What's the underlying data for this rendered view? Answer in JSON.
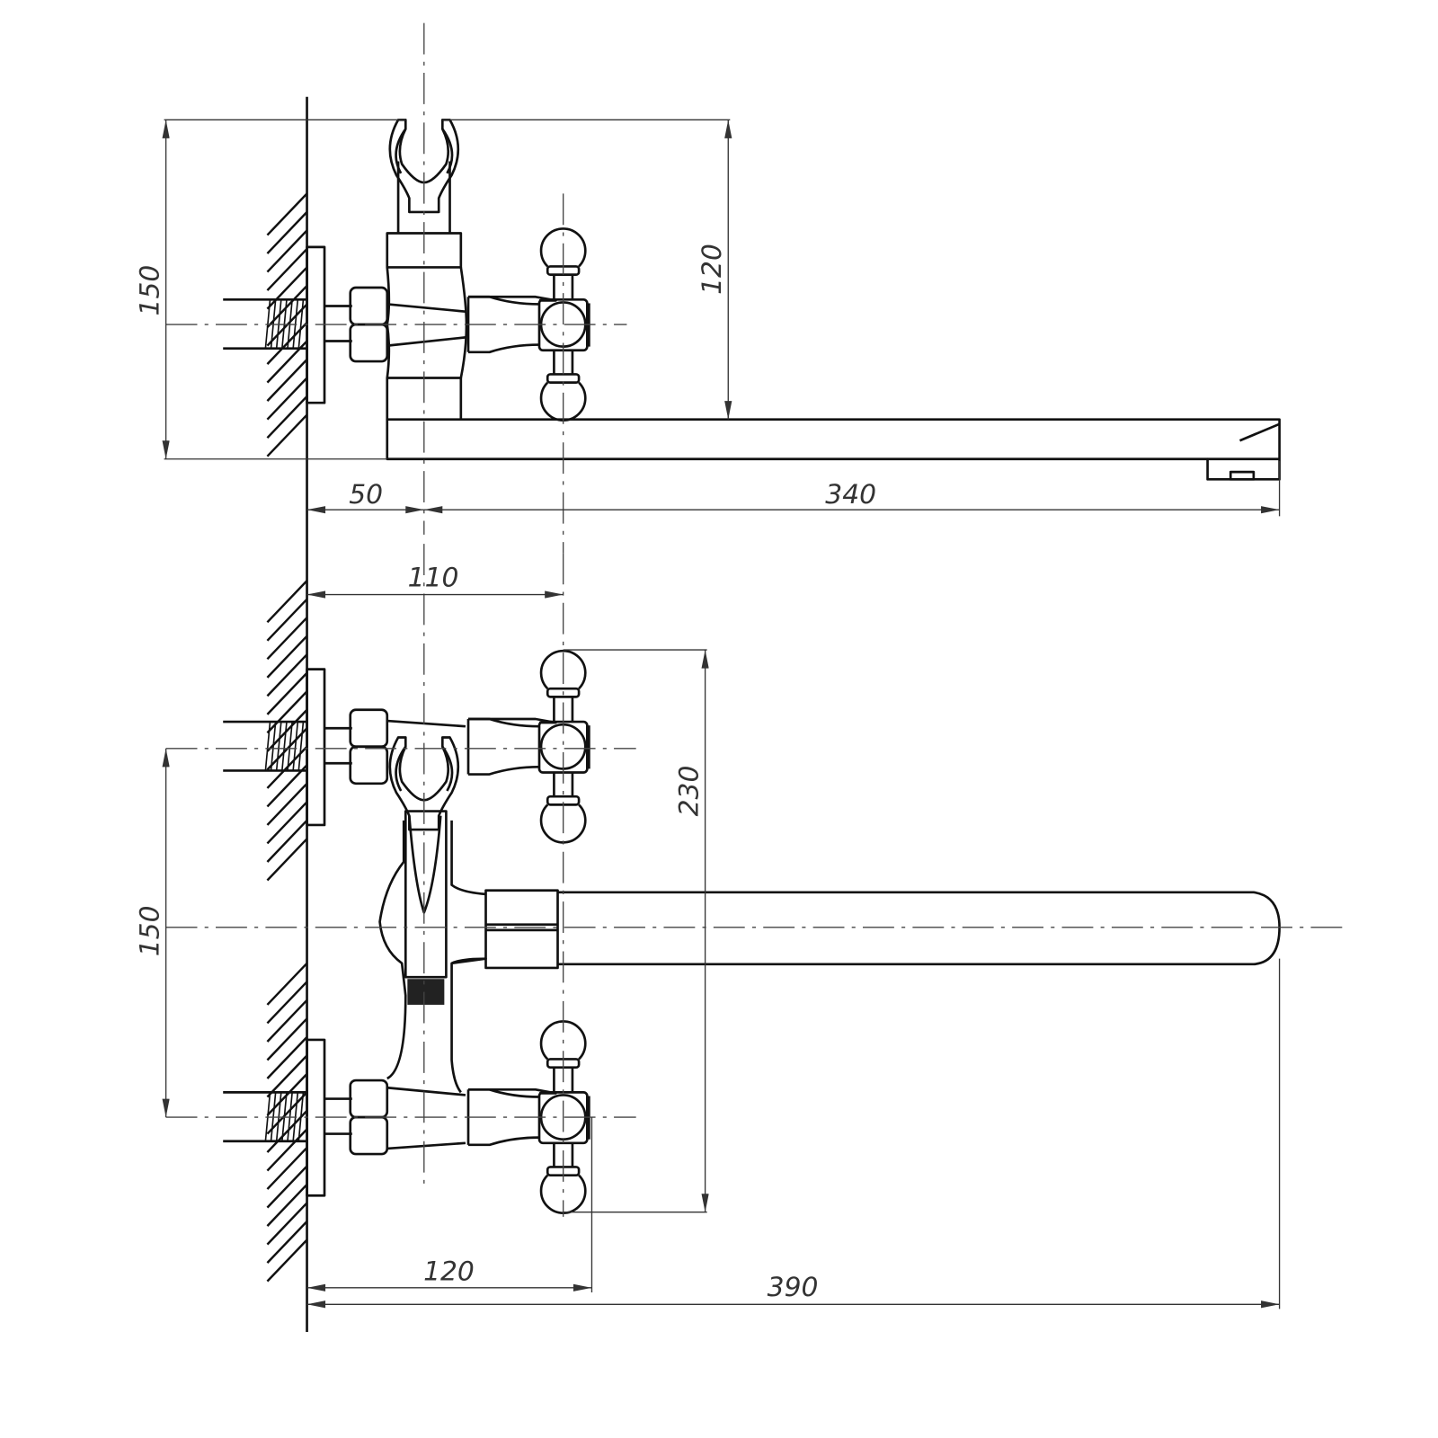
{
  "drawing": {
    "title": "Wall-mounted bath mixer with long spout — technical drawing",
    "colors": {
      "line": "#111111",
      "dim_text": "#333333"
    },
    "elevation_view": {
      "dims": {
        "height": "150",
        "spout_height": "120",
        "wall_to_axis": "50",
        "spout_reach": "340"
      }
    },
    "plan_view": {
      "dims": {
        "handle_offset": "110",
        "handle_span": "230",
        "inlet_spacing": "150",
        "handle_depth": "120",
        "total_depth": "390"
      }
    }
  }
}
